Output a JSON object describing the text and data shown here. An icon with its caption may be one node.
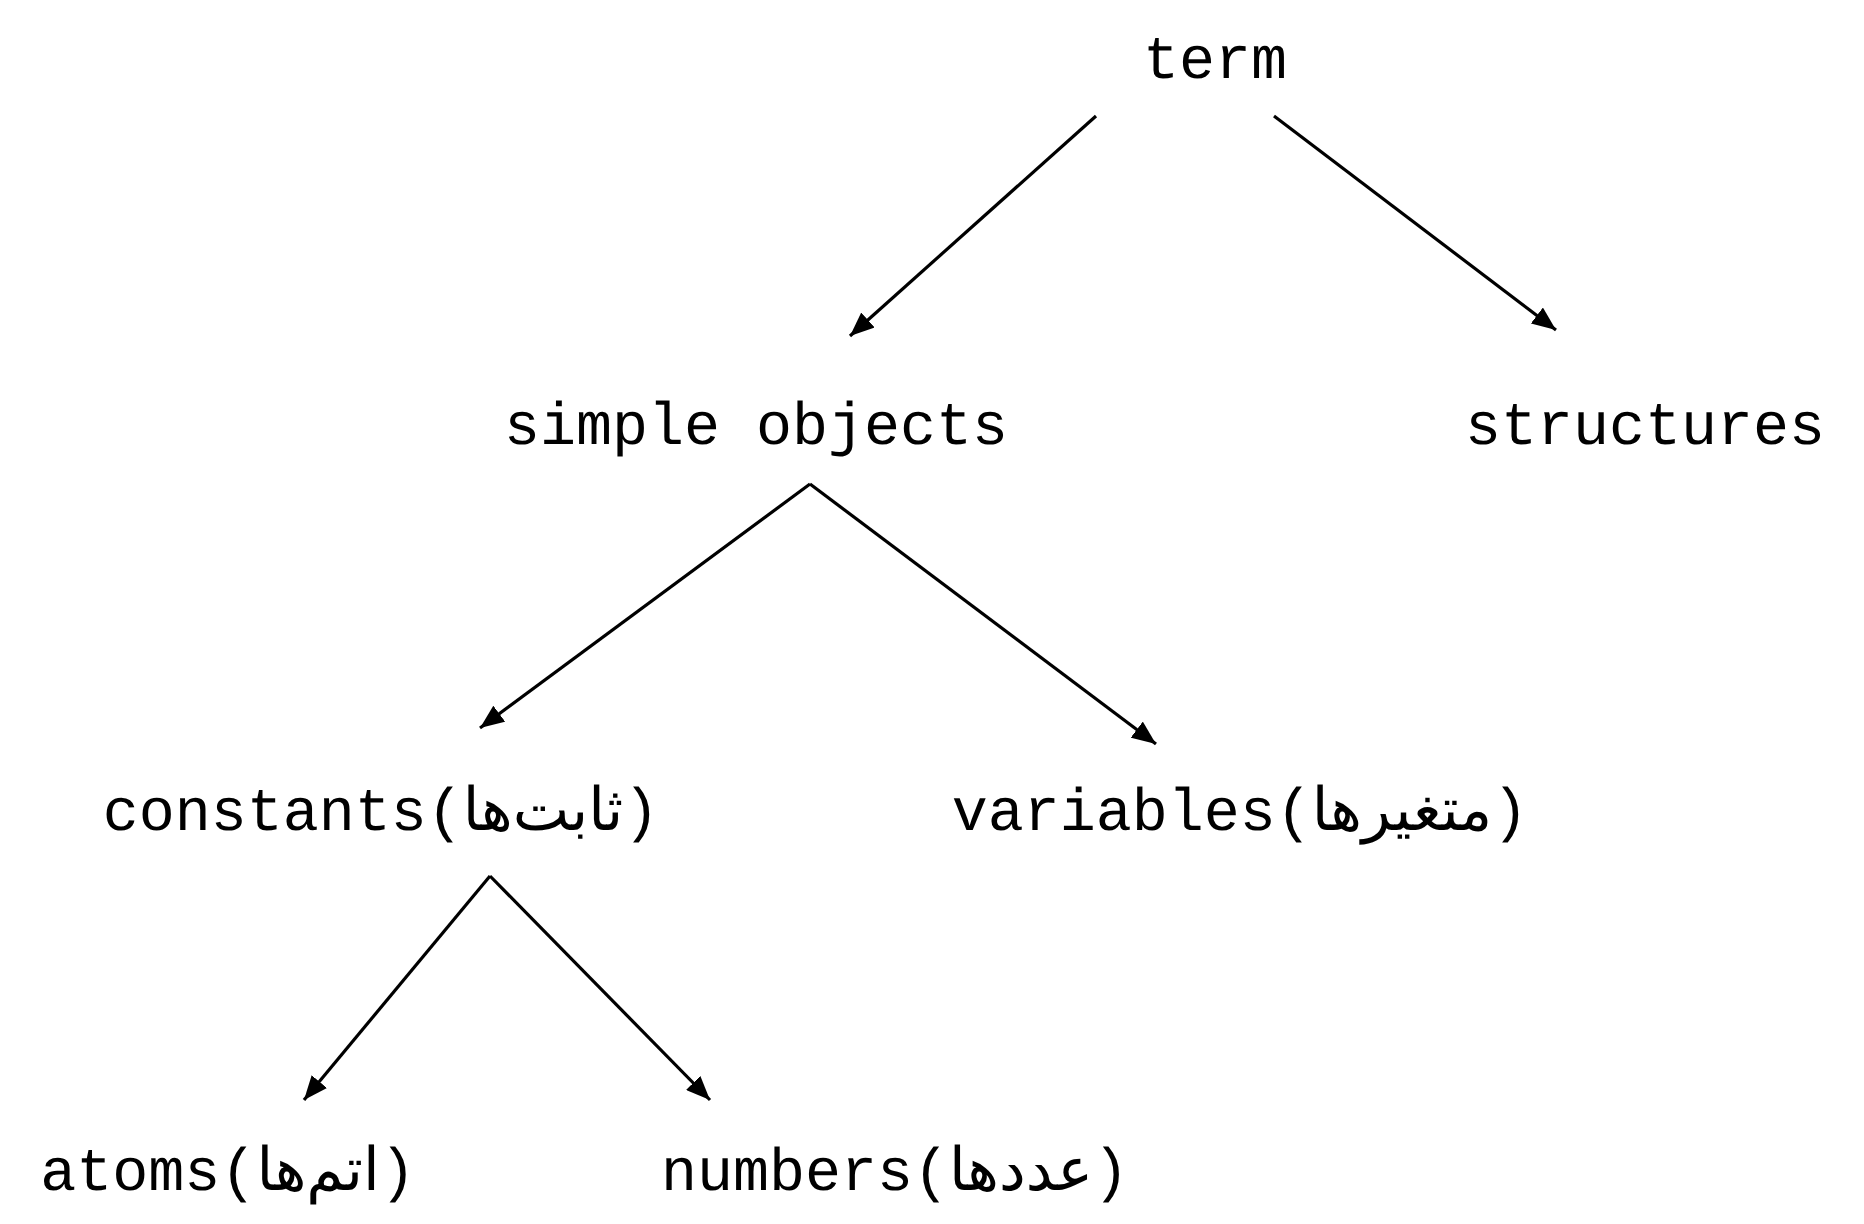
{
  "diagram": {
    "nodes": [
      {
        "text": [
          "term"
        ]
      },
      {
        "text": [
          "simple objects"
        ]
      },
      {
        "text": [
          "structures"
        ]
      },
      {
        "text": [
          "constants(ثابت‌ها)"
        ]
      },
      {
        "text": [
          "variables(متغیرها)"
        ]
      },
      {
        "text": [
          "atoms(اتم‌ها)"
        ]
      },
      {
        "text": [
          "numbers(عددها)"
        ]
      }
    ],
    "edges": [
      {
        "from": 0,
        "to": 1,
        "arrow": "to"
      },
      {
        "from": 0,
        "to": 2,
        "arrow": "to"
      },
      {
        "from": 1,
        "to": 3,
        "arrow": "to"
      },
      {
        "from": 1,
        "to": 4,
        "arrow": "to"
      },
      {
        "from": 3,
        "to": 5,
        "arrow": "to"
      },
      {
        "from": 3,
        "to": 6,
        "arrow": "to"
      }
    ]
  }
}
